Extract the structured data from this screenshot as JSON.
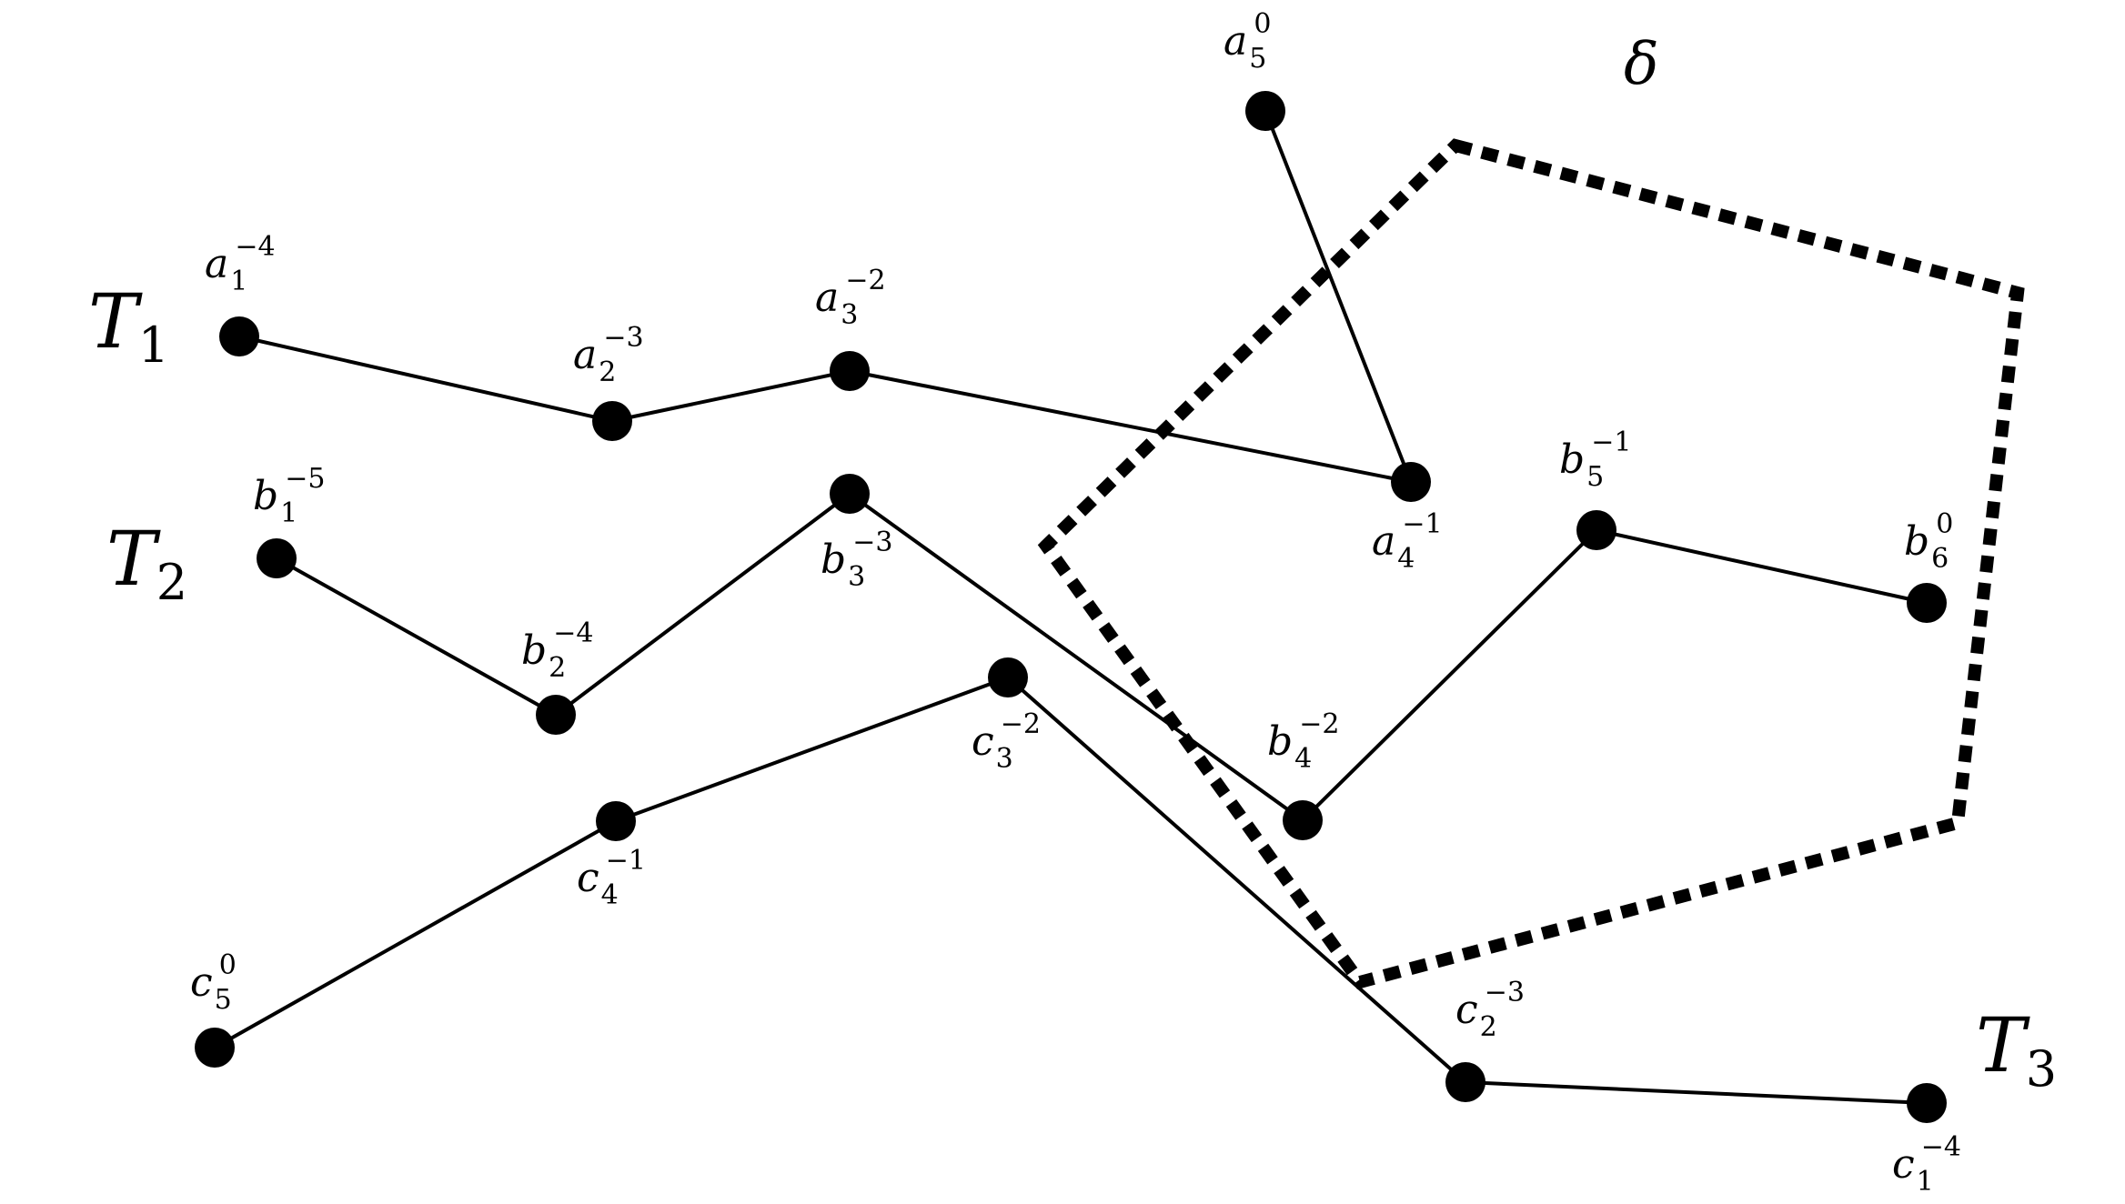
{
  "trees": [
    {
      "name": "T",
      "sub": "1"
    },
    {
      "name": "T",
      "sub": "2"
    },
    {
      "name": "T",
      "sub": "3"
    }
  ],
  "region_label": "δ",
  "nodes": {
    "a1": {
      "base": "a",
      "sub": "1",
      "sup": "−4"
    },
    "a2": {
      "base": "a",
      "sub": "2",
      "sup": "−3"
    },
    "a3": {
      "base": "a",
      "sub": "3",
      "sup": "−2"
    },
    "a4": {
      "base": "a",
      "sub": "4",
      "sup": "−1"
    },
    "a5": {
      "base": "a",
      "sub": "5",
      "sup": "0"
    },
    "b1": {
      "base": "b",
      "sub": "1",
      "sup": "−5"
    },
    "b2": {
      "base": "b",
      "sub": "2",
      "sup": "−4"
    },
    "b3": {
      "base": "b",
      "sub": "3",
      "sup": "−3"
    },
    "b4": {
      "base": "b",
      "sub": "4",
      "sup": "−2"
    },
    "b5": {
      "base": "b",
      "sub": "5",
      "sup": "−1"
    },
    "b6": {
      "base": "b",
      "sub": "6",
      "sup": "0"
    },
    "c1": {
      "base": "c",
      "sub": "1",
      "sup": "−4"
    },
    "c2": {
      "base": "c",
      "sub": "2",
      "sup": "−3"
    },
    "c3": {
      "base": "c",
      "sub": "3",
      "sup": "−2"
    },
    "c4": {
      "base": "c",
      "sub": "4",
      "sup": "−1"
    },
    "c5": {
      "base": "c",
      "sub": "5",
      "sup": "0"
    }
  },
  "edges": [
    [
      "a1",
      "a2"
    ],
    [
      "a2",
      "a3"
    ],
    [
      "a3",
      "a4"
    ],
    [
      "a4",
      "a5"
    ],
    [
      "b1",
      "b2"
    ],
    [
      "b2",
      "b3"
    ],
    [
      "b3",
      "b4"
    ],
    [
      "b4",
      "b5"
    ],
    [
      "b5",
      "b6"
    ],
    [
      "c5",
      "c4"
    ],
    [
      "c4",
      "c3"
    ],
    [
      "c3",
      "c2"
    ],
    [
      "c2",
      "c1"
    ]
  ]
}
